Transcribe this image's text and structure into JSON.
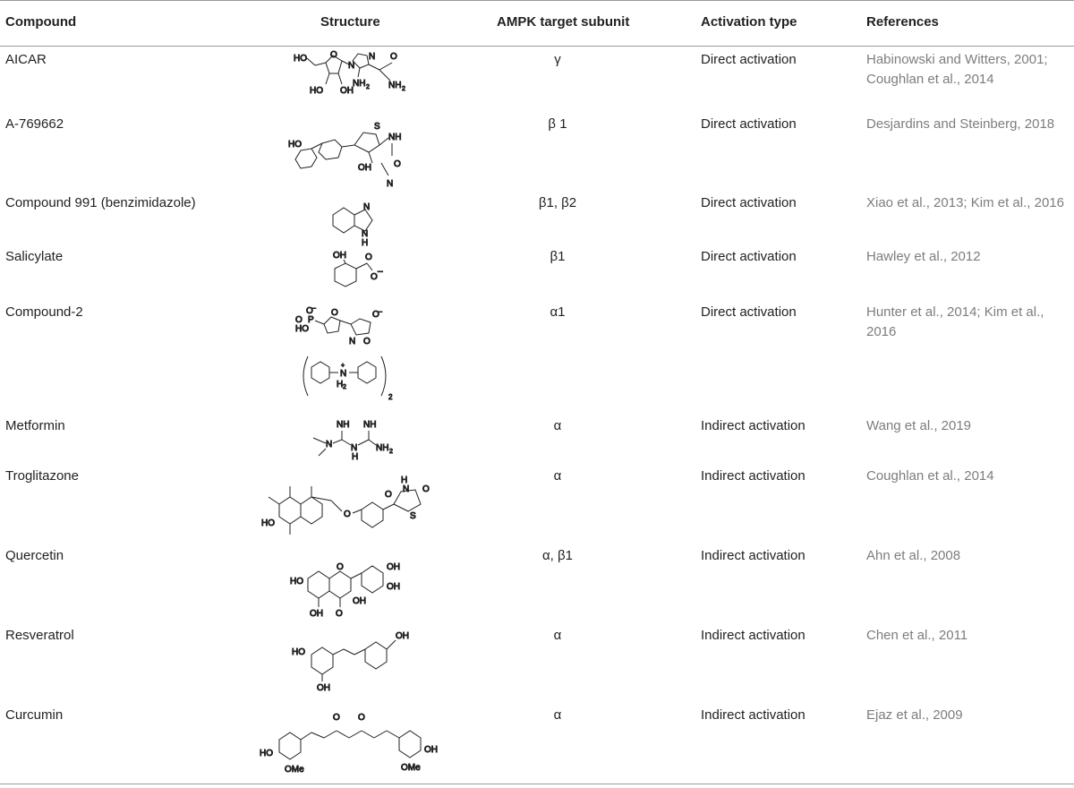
{
  "headers": {
    "compound": "Compound",
    "structure": "Structure",
    "subunit": "AMPK target subunit",
    "activation": "Activation type",
    "references": "References"
  },
  "rows": [
    {
      "compound": "AICAR",
      "structure": "AICAR chemical structure",
      "subunit": "γ",
      "activation": "Direct activation",
      "references": "Habinowski and Witters, 2001; Coughlan et al., 2014"
    },
    {
      "compound": "A-769662",
      "structure": "A-769662 chemical structure",
      "subunit": "β 1",
      "activation": "Direct activation",
      "references": "Desjardins and Steinberg, 2018"
    },
    {
      "compound": "Compound 991 (benzimidazole)",
      "structure": "benzimidazole chemical structure",
      "subunit": "β1, β2",
      "activation": "Direct activation",
      "references": "Xiao et al., 2013; Kim et al., 2016"
    },
    {
      "compound": "Salicylate",
      "structure": "salicylate chemical structure",
      "subunit": "β1",
      "activation": "Direct activation",
      "references": "Hawley et al., 2012"
    },
    {
      "compound": "Compound-2",
      "structure": "Compound-2 chemical structure",
      "subunit": "α1",
      "activation": "Direct activation",
      "references": "Hunter et al., 2014; Kim et al., 2016"
    },
    {
      "compound": "Metformin",
      "structure": "metformin chemical structure",
      "subunit": "α",
      "activation": "Indirect activation",
      "references": "Wang et al., 2019"
    },
    {
      "compound": "Troglitazone",
      "structure": "troglitazone chemical structure",
      "subunit": "α",
      "activation": "Indirect activation",
      "references": "Coughlan et al., 2014"
    },
    {
      "compound": "Quercetin",
      "structure": "quercetin chemical structure",
      "subunit": "α, β1",
      "activation": "Indirect activation",
      "references": "Ahn et al., 2008"
    },
    {
      "compound": "Resveratrol",
      "structure": "resveratrol chemical structure",
      "subunit": "α",
      "activation": "Indirect activation",
      "references": "Chen et al., 2011"
    },
    {
      "compound": "Curcumin",
      "structure": "curcumin chemical structure",
      "subunit": "α",
      "activation": "Indirect activation",
      "references": "Ejaz et al., 2009"
    }
  ],
  "structure_labels": {
    "aicar": {
      "ho1": "HO",
      "n1": "N",
      "n2": "N",
      "o1": "O",
      "o2": "O",
      "nh2a": "NH",
      "nh2a_sub": "2",
      "nh2b": "NH",
      "nh2b_sub": "2",
      "ho2": "HO",
      "oh": "OH"
    },
    "a769": {
      "s": "S",
      "nh": "NH",
      "o": "O",
      "oh": "OH",
      "ho": "HO",
      "n": "N"
    },
    "bzi": {
      "n": "N",
      "nh": "N",
      "h": "H"
    },
    "sal": {
      "oh": "OH",
      "o": "O",
      "om": "O",
      "minus": "–"
    },
    "cmp2": {
      "o1": "O",
      "p": "P",
      "ho": "HO",
      "o2": "O",
      "o3": "O",
      "o4": "O",
      "n": "N",
      "o5": "O",
      "m1": "–",
      "m2": "–",
      "nh": "N",
      "h2": "H",
      "two": "2",
      "plus": "+",
      "sub": "2"
    },
    "met": {
      "nh1": "NH",
      "nh2": "NH",
      "n1": "N",
      "n2": "N",
      "h": "H",
      "sub": "2"
    },
    "tro": {
      "ho": "HO",
      "o": "O",
      "h": "H",
      "n": "N",
      "o2": "O",
      "o3": "O",
      "s": "S"
    },
    "que": {
      "ho": "HO",
      "oh1": "OH",
      "oh2": "OH",
      "oh3": "OH",
      "oh4": "OH",
      "o1": "O",
      "o2": "O"
    },
    "res": {
      "ho1": "HO",
      "oh1": "OH",
      "oh2": "OH"
    },
    "cur": {
      "o1": "O",
      "o2": "O",
      "ho1": "HO",
      "oh": "OH",
      "ome1": "OMe",
      "ome2": "OMe"
    }
  }
}
